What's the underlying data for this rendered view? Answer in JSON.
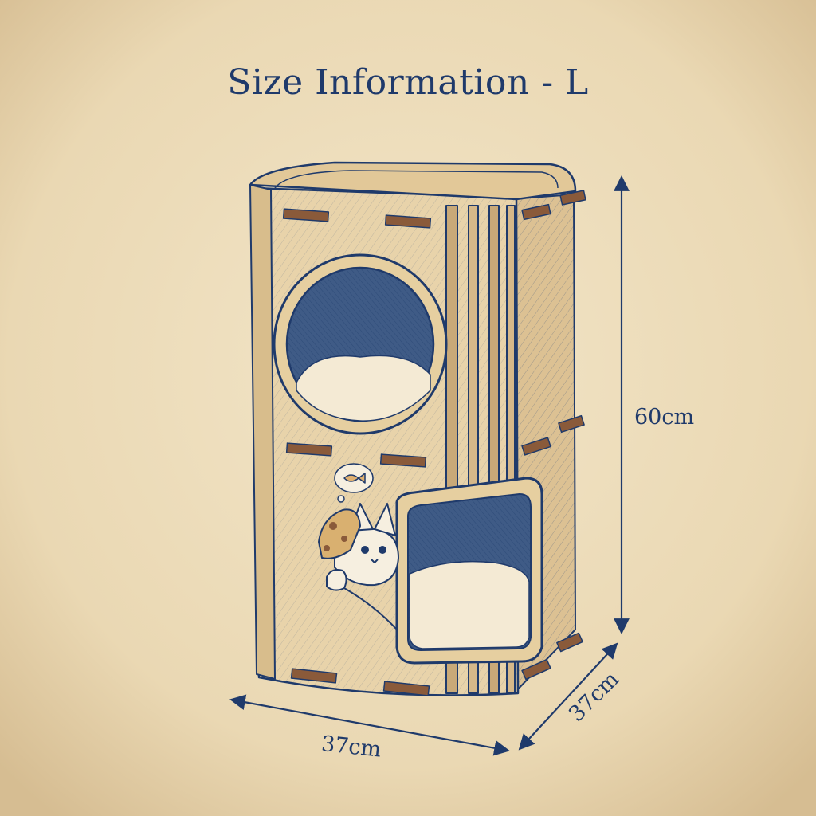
{
  "title": "Size Information - L",
  "dimensions": {
    "height": "60cm",
    "width": "37cm",
    "depth": "37cm"
  },
  "colors": {
    "paper": "#efe0c0",
    "paper_edge": "#d8c29a",
    "ink": "#1f3a6b",
    "wood": "#e6cfa4",
    "wood_dark": "#8a5a3a",
    "cushion": "#f4ead4"
  },
  "icons": [
    "cat-illustration",
    "fish-thought-bubble-icon",
    "dimension-arrow-icon"
  ]
}
